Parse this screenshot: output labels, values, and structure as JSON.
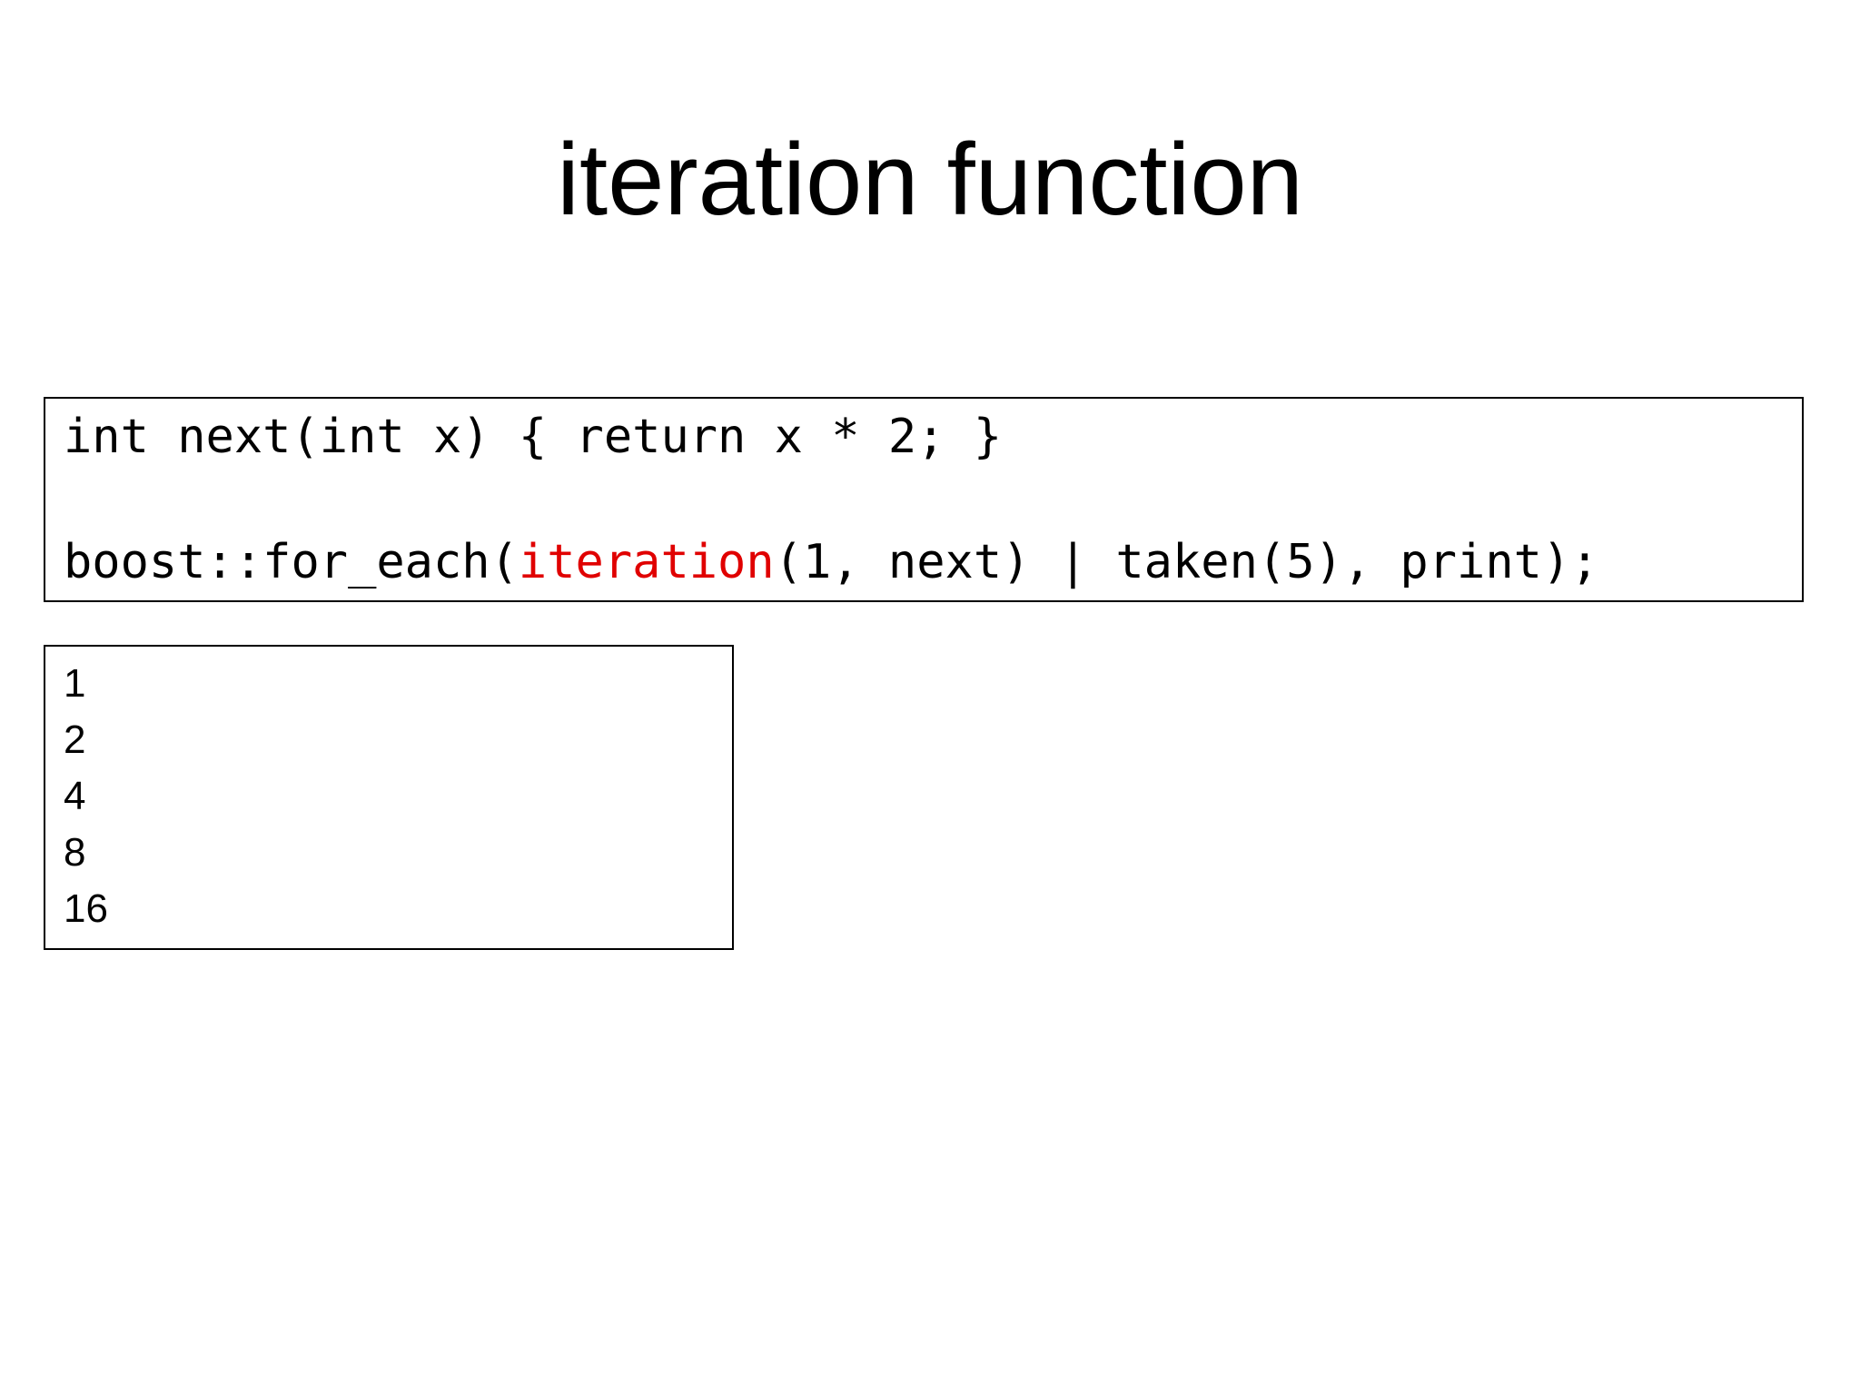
{
  "slide": {
    "title": "iteration function"
  },
  "code": {
    "line1": "int next(int x) { return x * 2; }",
    "line2_before": "boost::for_each(",
    "line2_highlight": "iteration",
    "line2_after": "(1, next) | taken(5), print);",
    "highlight_color": "#e00000"
  },
  "output": {
    "lines": [
      "1",
      "2",
      "4",
      "8",
      "16"
    ]
  }
}
